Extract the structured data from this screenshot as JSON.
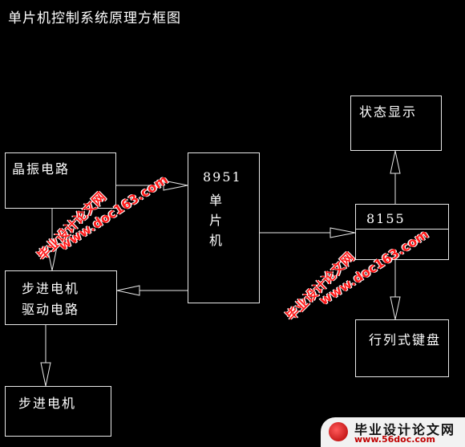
{
  "title": "单片机控制系统原理方框图",
  "blocks": {
    "crystal": "晶振电路",
    "stepper_driver_line1": "步进电机",
    "stepper_driver_line2": "驱动电路",
    "stepper_motor": "步进电机",
    "mcu_model": "8951",
    "mcu_line1": "单",
    "mcu_line2": "片",
    "mcu_line3": "机",
    "io_chip": "8155",
    "status_display": "状态显示",
    "keyboard": "行列式键盘"
  },
  "watermarks": {
    "cn_text": "毕业设计论文网",
    "url_text": "www.doc163.com"
  },
  "logo": {
    "text": "毕业设计论文网",
    "url": "www.56doc.com"
  }
}
